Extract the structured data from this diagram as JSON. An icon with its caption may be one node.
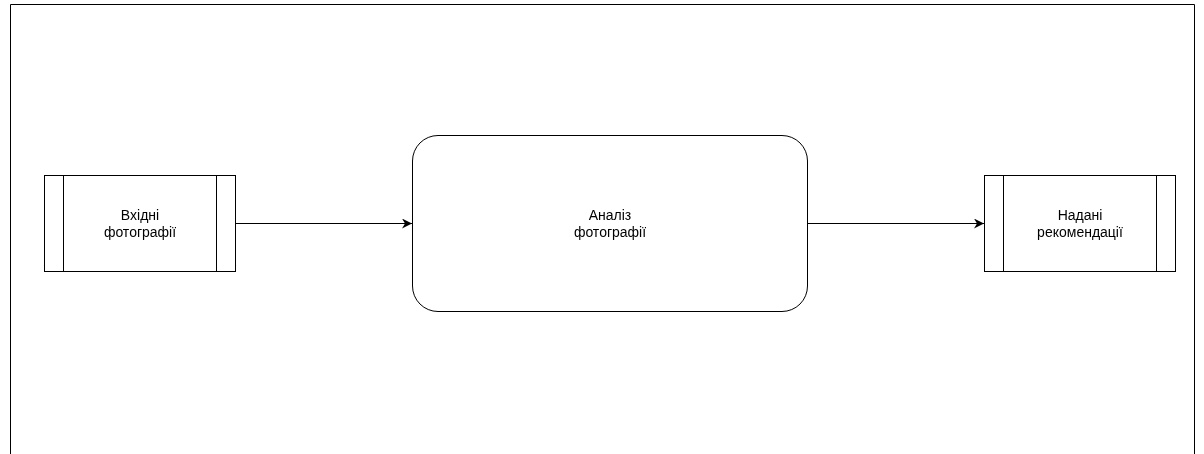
{
  "diagram": {
    "nodes": [
      {
        "text": [
          "Вхідні фотографії"
        ]
      },
      {
        "text": [
          "Аналіз фотографії"
        ]
      },
      {
        "text": [
          "Надані рекомендації"
        ]
      }
    ],
    "edges": [
      {
        "from": 0,
        "to": 1,
        "arrow": "to"
      },
      {
        "from": 1,
        "to": 2,
        "arrow": "to"
      }
    ]
  }
}
